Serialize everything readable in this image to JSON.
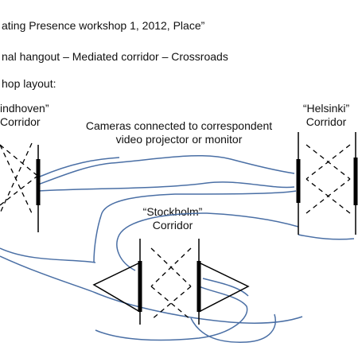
{
  "header": {
    "line1": "ating Presence workshop 1, 2012, Place”",
    "line2": "nal hangout – Mediated corridor – Crossroads",
    "line3": "hop layout:"
  },
  "labels": {
    "eindhoven_name": "indhoven”",
    "eindhoven_corridor": "Corridor",
    "helsinki_name": "“Helsinki”",
    "helsinki_corridor": "Corridor",
    "stockholm_name": "“Stockholm”",
    "stockholm_corridor": "Corridor",
    "cameras_line1": "Cameras connected to correspondent",
    "cameras_line2": "video projector or monitor"
  },
  "colors": {
    "cable": "#4a6fa5",
    "line": "#000000"
  }
}
